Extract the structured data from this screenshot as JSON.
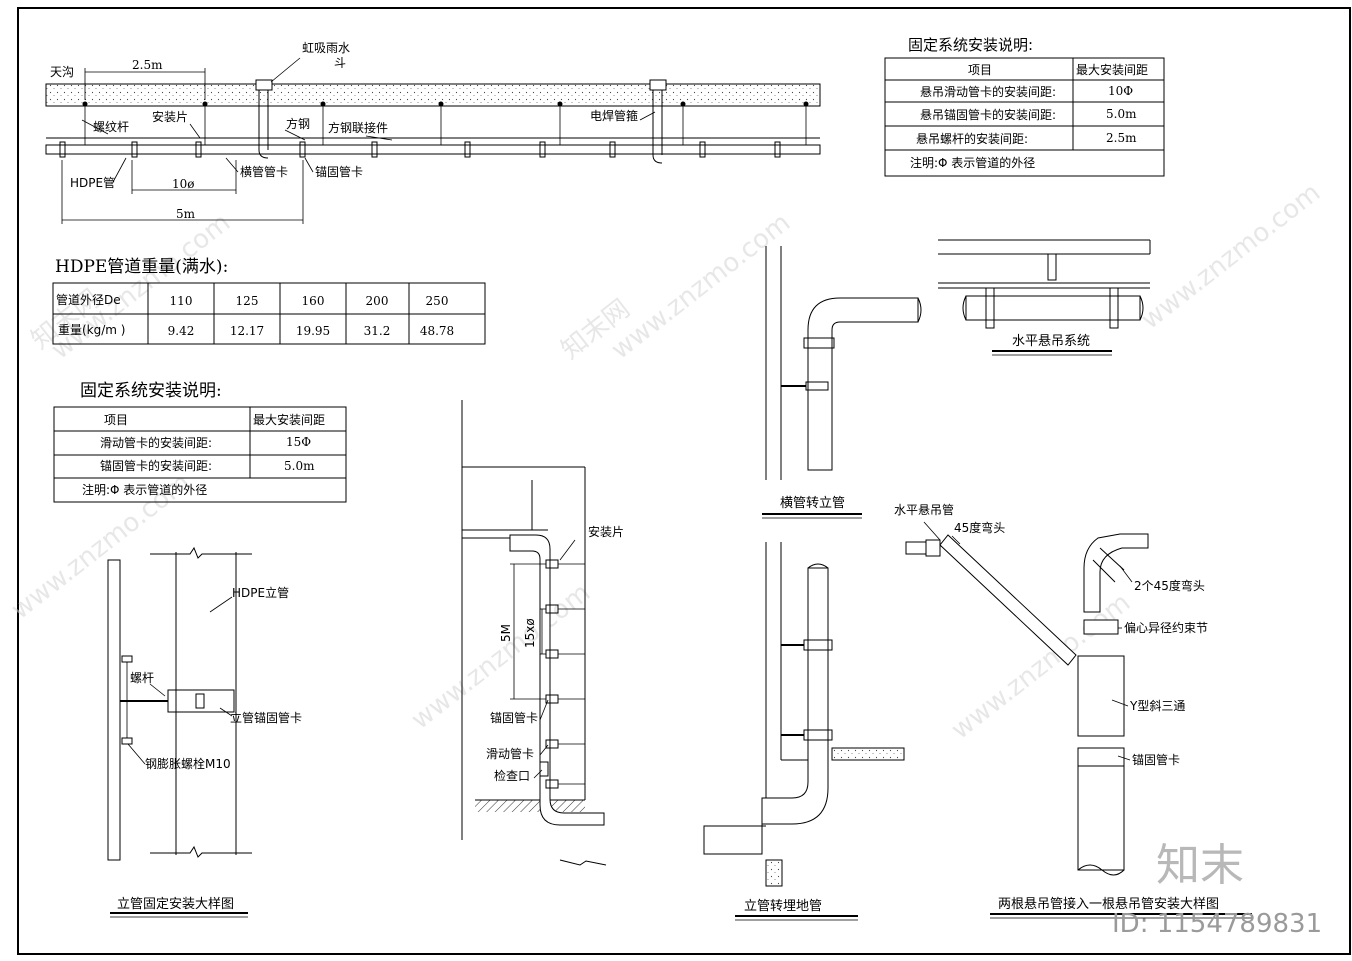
{
  "top_elevation": {
    "labels": {
      "gutter": "天沟",
      "spacing_25": "2.5m",
      "siphon_drain": "虹吸雨水",
      "siphon_drain_2": "斗",
      "threaded_rod": "螺纹杆",
      "mount_plate": "安装片",
      "square_steel": "方钢",
      "square_steel_joint": "方钢联接件",
      "electrofusion_collar": "电焊管箍",
      "hdpe_pipe": "HDPE管",
      "spacing_10d": "10ø",
      "horizontal_clamp": "横管管卡",
      "anchor_clamp": "锚固管卡",
      "spacing_5m": "5m"
    }
  },
  "suspended_table": {
    "title": "固定系统安装说明:",
    "headers": [
      "项目",
      "最大安装间距"
    ],
    "rows": [
      [
        "悬吊滑动管卡的安装间距:",
        "10Φ"
      ],
      [
        "悬吊锚固管卡的安装间距:",
        "5.0m"
      ],
      [
        "悬吊螺杆的安装间距:",
        "2.5m"
      ]
    ],
    "note": "注明:Φ 表示管道的外径"
  },
  "weight_table": {
    "title": "HDPE管道重量(满水):",
    "row_labels": [
      "管道外径De",
      "重量(kg/m )"
    ],
    "diameters": [
      "110",
      "125",
      "160",
      "200",
      "250"
    ],
    "weights": [
      "9.42",
      "12.17",
      "19.95",
      "31.2",
      "48.78"
    ]
  },
  "fixing_table": {
    "title": "固定系统安装说明:",
    "headers": [
      "项目",
      "最大安装间距"
    ],
    "rows": [
      [
        "滑动管卡的安装间距:",
        "15Φ"
      ],
      [
        "锚固管卡的安装间距:",
        "5.0m"
      ]
    ],
    "note": "注明:Φ 表示管道的外径"
  },
  "riser_detail": {
    "labels": {
      "hdpe_riser": "HDPE立管",
      "bolt": "螺杆",
      "riser_anchor_clamp": "立管锚固管卡",
      "expansion_bolt": "钢膨胀螺栓M10"
    },
    "caption": "立管固定安装大样图"
  },
  "vertical_run": {
    "labels": {
      "mount_plate": "安装片",
      "spacing_5m": "5M",
      "spacing_15d": "15xø",
      "anchor_clamp": "锚固管卡",
      "sliding_clamp": "滑动管卡",
      "inspection": "检查口"
    }
  },
  "horiz_to_vertical": {
    "caption": "横管转立管"
  },
  "horizontal_hanging": {
    "caption": "水平悬吊系统"
  },
  "riser_to_buried": {
    "caption": "立管转埋地管"
  },
  "two_into_one": {
    "labels": {
      "horizontal_pipe": "水平悬吊管",
      "elbow45": "45度弯头",
      "two_elbows": "2个45度弯头",
      "reducer": "偏心异径约束节",
      "y_tee": "Y型斜三通",
      "anchor_clamp": "锚固管卡"
    },
    "caption": "两根悬吊管接入一根悬吊管安装大样图"
  },
  "watermark": {
    "site": "www.znzmo.com",
    "brand_cn": "知末网",
    "logo": "知末",
    "id": "ID: 1154789831"
  }
}
